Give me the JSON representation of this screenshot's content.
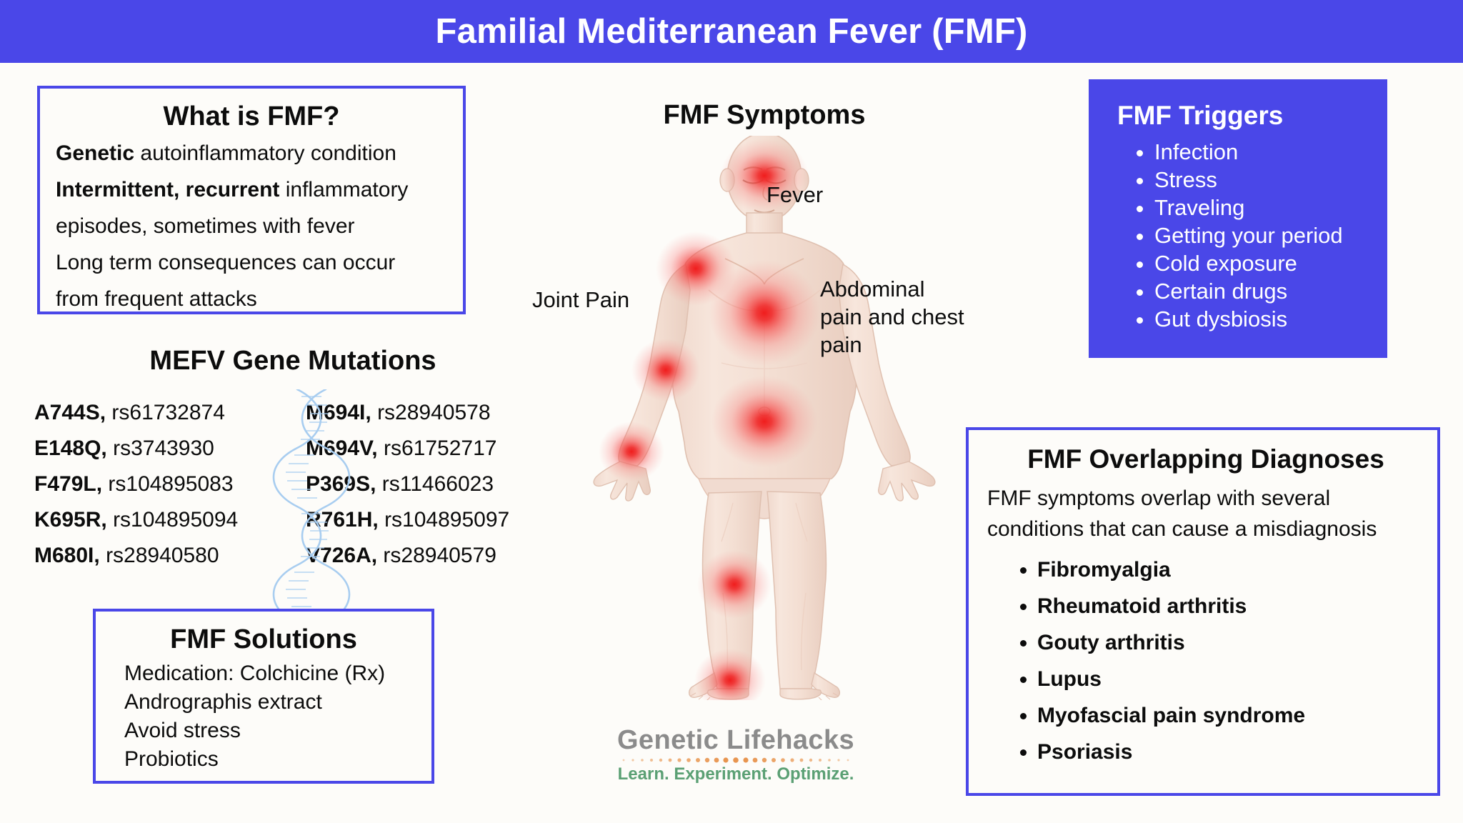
{
  "header": {
    "title": "Familial Mediterranean Fever (FMF)",
    "background_color": "#4a47e8",
    "text_color": "#ffffff"
  },
  "theme": {
    "accent": "#4a47e8",
    "page_background": "#fdfcf9",
    "text": "#0c0c0c",
    "pain_marker": "#f23b3b",
    "dna_color": "#a8cdf0"
  },
  "what_is_fmf": {
    "title": "What is FMF?",
    "lines": [
      {
        "bold": "Genetic",
        "rest": " autoinflammatory condition"
      },
      {
        "bold": "Intermittent, recurrent",
        "rest": " inflammatory"
      },
      {
        "bold": "",
        "rest": "episodes, sometimes with fever"
      },
      {
        "bold": "",
        "rest": "Long term consequences can occur"
      },
      {
        "bold": "",
        "rest": "from frequent attacks"
      }
    ]
  },
  "mefv": {
    "title": "MEFV Gene Mutations",
    "left_column": [
      {
        "mutation": "A744S,",
        "rsid": "rs61732874"
      },
      {
        "mutation": "E148Q,",
        "rsid": "rs3743930"
      },
      {
        "mutation": "F479L,",
        "rsid": "rs104895083"
      },
      {
        "mutation": "K695R,",
        "rsid": "rs104895094"
      },
      {
        "mutation": "M680I,",
        "rsid": "rs28940580"
      }
    ],
    "right_column": [
      {
        "mutation": "M694I,",
        "rsid": "rs28940578"
      },
      {
        "mutation": "M694V,",
        "rsid": "rs61752717"
      },
      {
        "mutation": "P369S,",
        "rsid": "rs11466023"
      },
      {
        "mutation": "R761H,",
        "rsid": "rs104895097"
      },
      {
        "mutation": "V726A,",
        "rsid": "rs28940579"
      }
    ]
  },
  "solutions": {
    "title": "FMF Solutions",
    "items": [
      "Medication: Colchicine (Rx)",
      "Andrographis extract",
      "Avoid stress",
      "Probiotics"
    ]
  },
  "triggers": {
    "title": "FMF Triggers",
    "items": [
      "Infection",
      "Stress",
      "Traveling",
      "Getting your period",
      "Cold exposure",
      "Certain drugs",
      "Gut dysbiosis"
    ]
  },
  "overlapping": {
    "title": "FMF Overlapping Diagnoses",
    "intro_line_1": "FMF symptoms overlap with several",
    "intro_line_2": "conditions that can cause a misdiagnosis",
    "items": [
      "Fibromyalgia",
      "Rheumatoid arthritis",
      "Gouty arthritis",
      "Lupus",
      "Myofascial pain syndrome",
      "Psoriasis"
    ]
  },
  "symptoms": {
    "title": "FMF Symptoms",
    "labels": {
      "fever": "Fever",
      "joint_pain": "Joint Pain",
      "abdominal": "Abdominal\npain and chest\npain"
    }
  },
  "logo": {
    "name": "Genetic Lifehacks",
    "tagline": "Learn. Experiment. Optimize.",
    "name_color": "#8b8b8b",
    "tagline_color": "#5ba074",
    "dot_color": "#e8954f"
  }
}
